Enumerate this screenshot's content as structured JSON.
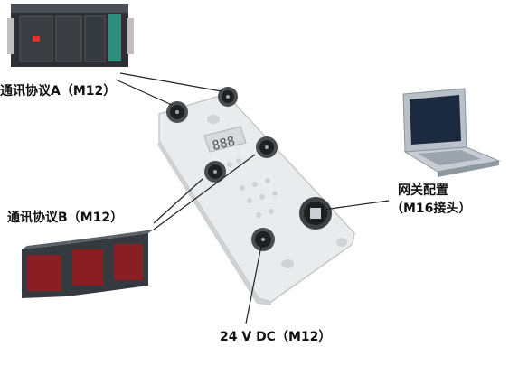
{
  "labels": {
    "protocol_a": "通讯协议A（M12）",
    "protocol_b": "通讯协议B（M12）",
    "gateway_config_line1": "网关配置",
    "gateway_config_line2": "（M16接头）",
    "power": "24 V DC（M12）"
  },
  "display": {
    "segments": "888"
  },
  "colors": {
    "device_body": "#e9ebec",
    "plc_dark": "#2c2f33",
    "io_red": "#8a1f23",
    "laptop_gray": "#9aa3ad",
    "leader_line": "#222222"
  }
}
